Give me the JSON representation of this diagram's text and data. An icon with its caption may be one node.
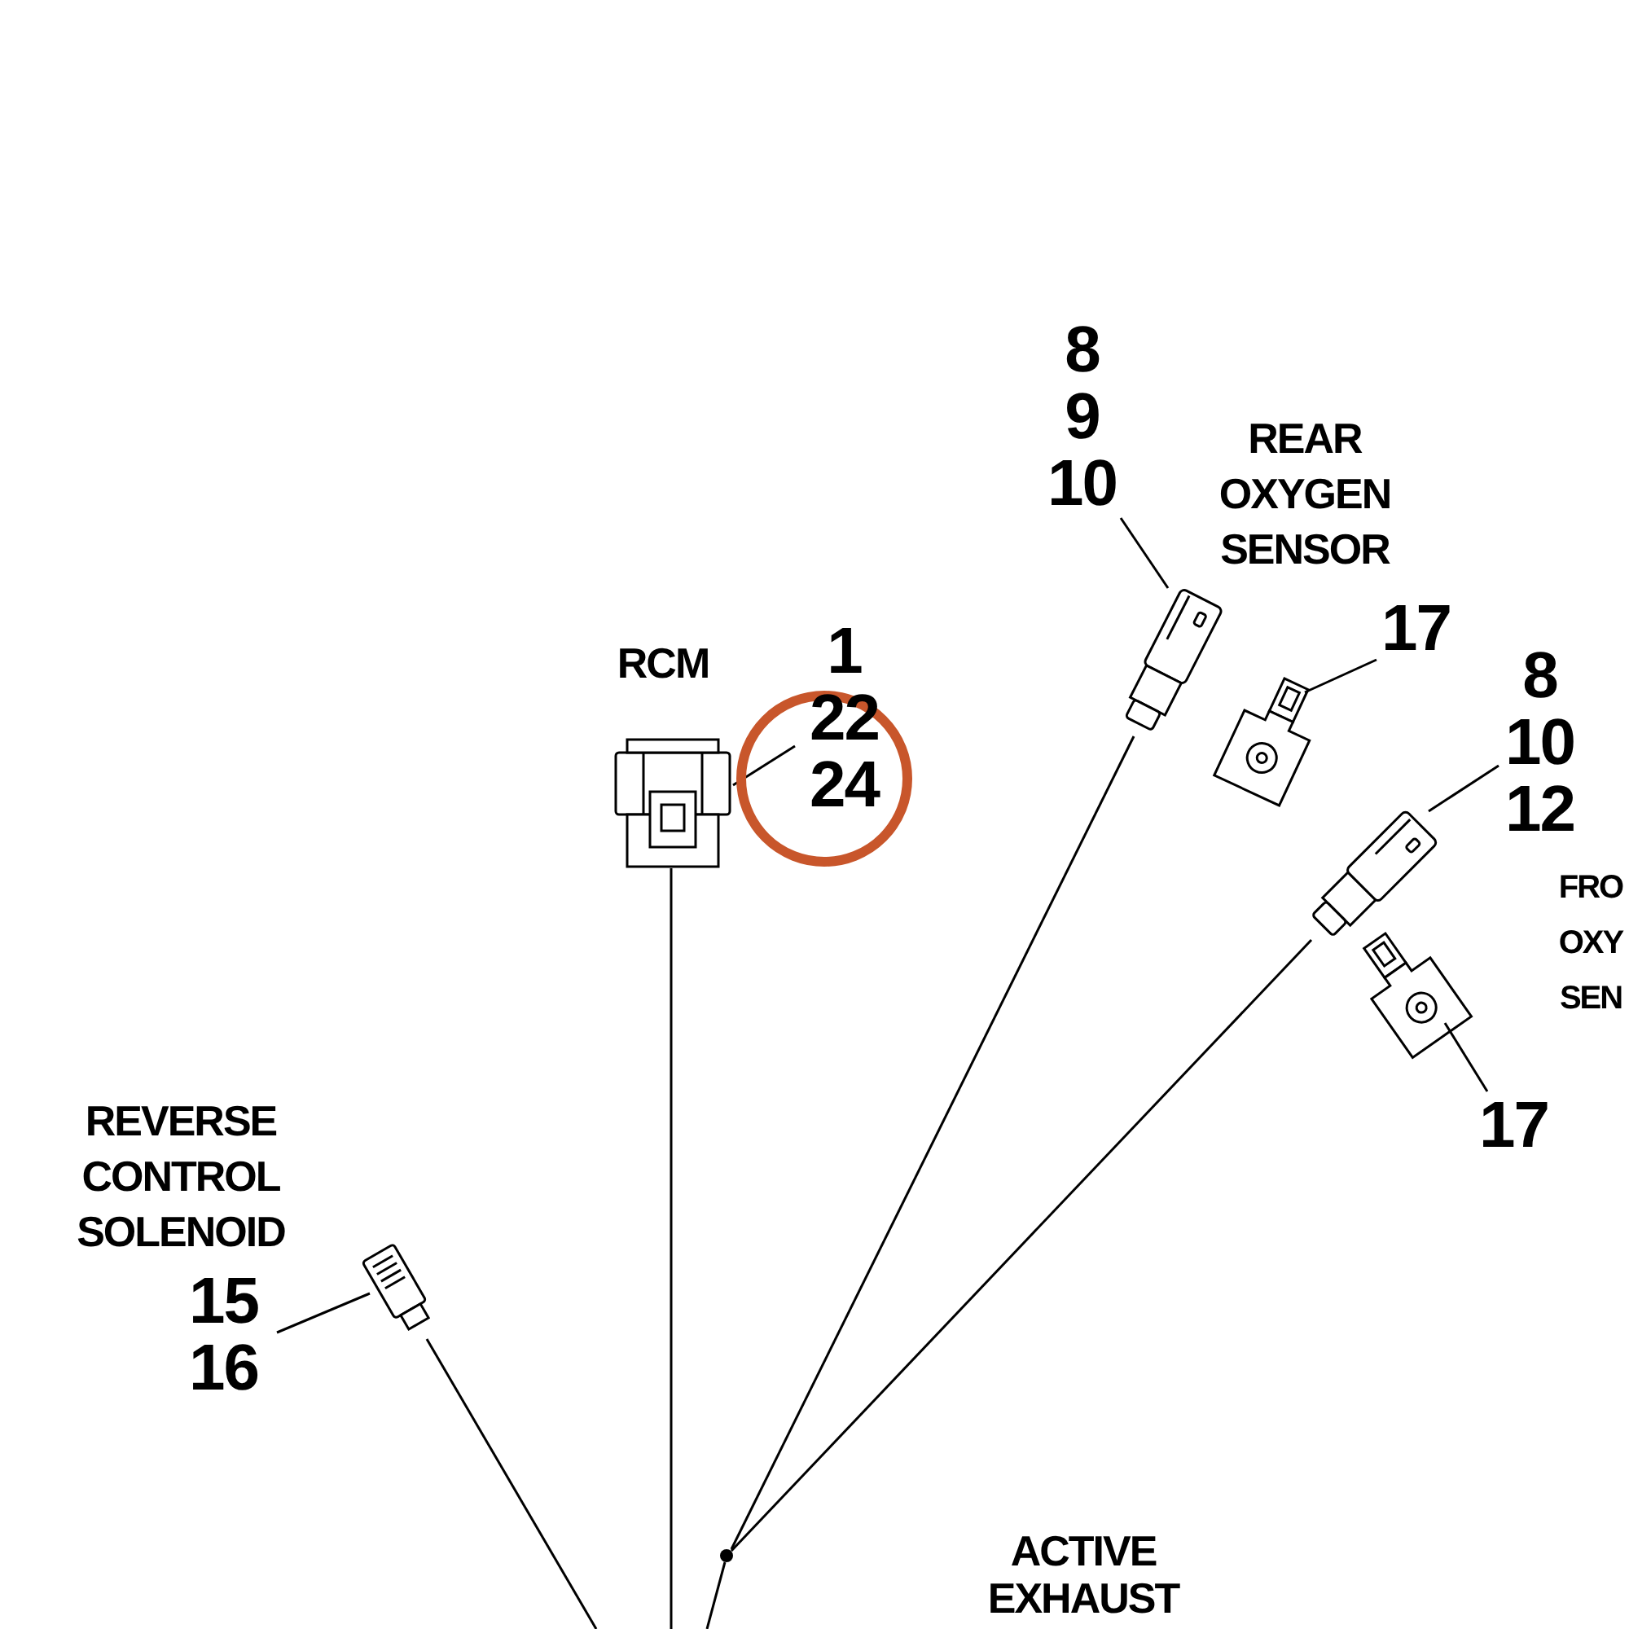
{
  "diagram": {
    "nodes": [
      {
        "text": [
          "8 9 10"
        ]
      },
      {
        "text": [],
        "shape": "picture"
      },
      {
        "text": [],
        "shape": "picture"
      },
      {
        "text": [
          "17"
        ]
      },
      {
        "text": [],
        "shape": "picture",
        "beside": [
          "RCM"
        ]
      },
      {
        "text": [
          "1 22 24"
        ]
      },
      {
        "text": [
          "8 10 12"
        ]
      },
      {
        "text": [],
        "shape": "picture"
      },
      {
        "text": [],
        "shape": "picture"
      },
      {
        "text": [
          "17"
        ]
      },
      {
        "text": [],
        "shape": "picture"
      },
      {
        "text": [
          "15 16"
        ]
      },
      {
        "text": [],
        "shape": "circle"
      }
    ],
    "edges": [
      {
        "from": 0,
        "to": 1,
        "arrow": "none"
      },
      {
        "from": 3,
        "to": 2,
        "arrow": "none"
      },
      {
        "from": 5,
        "to": 4,
        "arrow": "none"
      },
      {
        "from": 6,
        "to": 7,
        "arrow": "none"
      },
      {
        "from": 9,
        "to": 8,
        "arrow": "none"
      },
      {
        "from": 11,
        "to": 10,
        "arrow": "none"
      },
      {
        "from": 1,
        "to": 12,
        "arrow": "none"
      },
      {
        "from": 7,
        "to": 12,
        "arrow": "none"
      },
      {
        "from": 4,
        "to": null,
        "arrow": "none"
      },
      {
        "from": 10,
        "to": null,
        "arrow": "none"
      },
      {
        "from": 12,
        "to": null,
        "arrow": "none"
      }
    ],
    "labels": [
      "REAR OXYGEN SENSOR",
      "FRO OXY SEN",
      "REVERSE CONTROL SOLENOID",
      "ACTIVE EXHAUST"
    ]
  }
}
